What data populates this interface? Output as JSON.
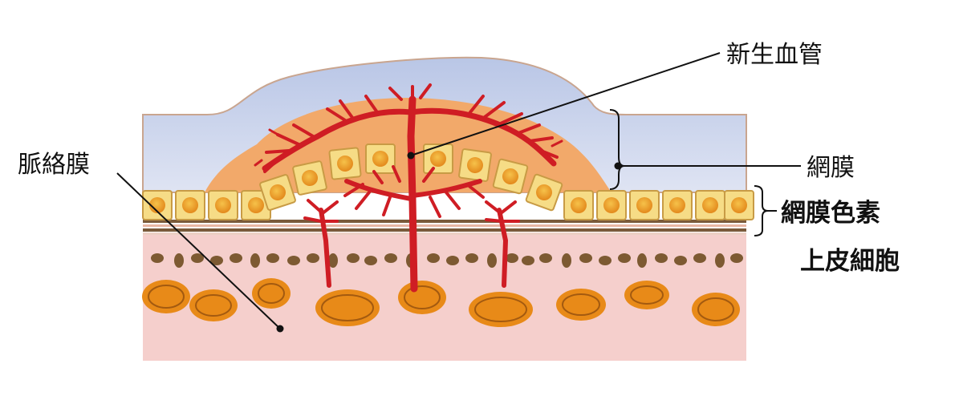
{
  "labels": {
    "new_vessels": "新生血管",
    "retina": "網膜",
    "rpe_line1": "網膜色素",
    "rpe_line2": "上皮細胞",
    "choroid": "脈絡膜"
  },
  "colors": {
    "retina_top": "#b9c6e6",
    "retina_bottom": "#dfe4f3",
    "lesion": "#f2a96a",
    "lesion_edge": "#e48d4e",
    "cell_fill": "#f6dc86",
    "cell_border": "#c89b45",
    "nucleus_outer": "#e3891c",
    "nucleus_inner": "#f6c24a",
    "vessel": "#cf1d24",
    "membrane": "#7a5a3a",
    "choroid": "#f5cfcc",
    "choroid_dots": "#7d5a32",
    "choroid_ovals": "#e88a18",
    "leader": "#111111"
  }
}
